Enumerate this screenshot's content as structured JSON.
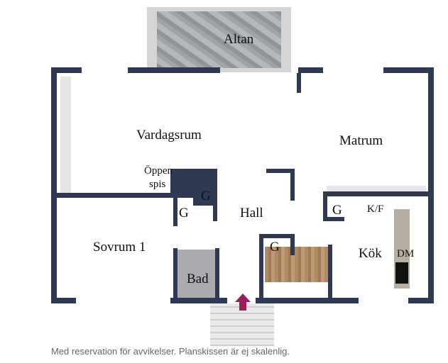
{
  "rooms": {
    "altan": "Altan",
    "vardagsrum": "Vardagsrum",
    "matrum": "Matrum",
    "oppen_spis_line1": "Öppen",
    "oppen_spis_line2": "spis",
    "hall": "Hall",
    "sovrum": "Sovrum 1",
    "bad": "Bad",
    "kok": "Kök",
    "kf": "K/F",
    "dm": "DM",
    "g1": "G",
    "g2": "G",
    "g3": "G",
    "g4": "G"
  },
  "caption": "Med reservation för avvikelser. Planskissen är ej skalenlig.",
  "colors": {
    "wall": "#2f3a52",
    "entrance_arrow": "#9b1f5c"
  }
}
